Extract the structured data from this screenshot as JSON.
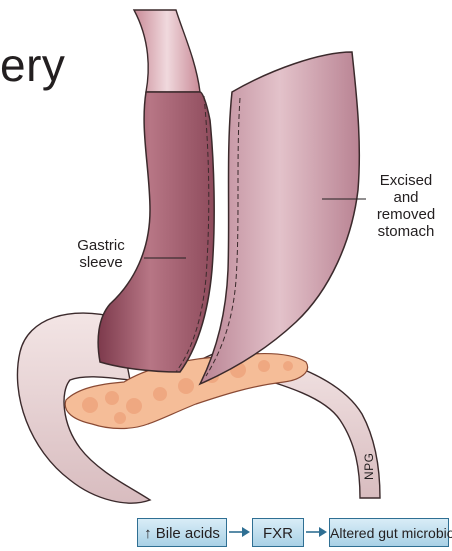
{
  "title_fragment": "ery",
  "labels": {
    "gastric_sleeve": [
      "Gastric",
      "sleeve"
    ],
    "excised": [
      "Excised",
      "and",
      "removed",
      "stomach"
    ],
    "credit": "NPG"
  },
  "flow": {
    "box1": "↑ Bile acids",
    "box2": "FXR",
    "box3": "Altered gut microbiota"
  },
  "colors": {
    "sleeve": "#a3606e",
    "excised": "#c89aa6",
    "pancreas": "#f2b48e",
    "intestine": "#ead6d6",
    "box_fill": "#bfdff0",
    "box_stroke": "#2f6f93"
  }
}
